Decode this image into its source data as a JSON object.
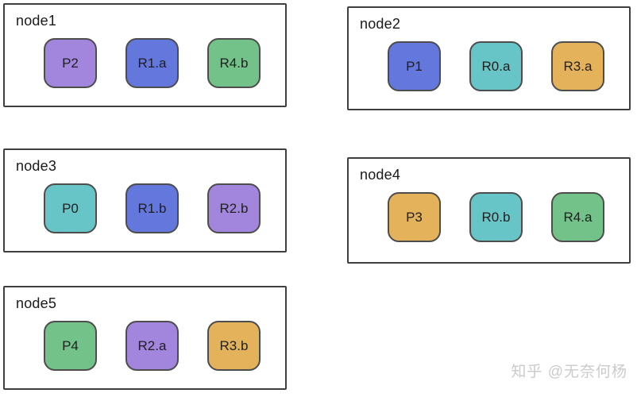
{
  "palette": {
    "purple": "#a285dc",
    "blue": "#6377dc",
    "green": "#72c289",
    "teal": "#68c5c7",
    "orange": "#e5b25c",
    "square_border": "#4d4d4d",
    "node_border": "#3f3f3f",
    "watermark_color": "#cbcbcb"
  },
  "nodes": [
    {
      "title": "node1",
      "items": [
        {
          "label": "P2",
          "color": "purple"
        },
        {
          "label": "R1.a",
          "color": "blue"
        },
        {
          "label": "R4.b",
          "color": "green"
        }
      ]
    },
    {
      "title": "node2",
      "items": [
        {
          "label": "P1",
          "color": "blue"
        },
        {
          "label": "R0.a",
          "color": "teal"
        },
        {
          "label": "R3.a",
          "color": "orange"
        }
      ]
    },
    {
      "title": "node3",
      "items": [
        {
          "label": "P0",
          "color": "teal"
        },
        {
          "label": "R1.b",
          "color": "blue"
        },
        {
          "label": "R2.b",
          "color": "purple"
        }
      ]
    },
    {
      "title": "node4",
      "items": [
        {
          "label": "P3",
          "color": "orange"
        },
        {
          "label": "R0.b",
          "color": "teal"
        },
        {
          "label": "R4.a",
          "color": "green"
        }
      ]
    },
    {
      "title": "node5",
      "items": [
        {
          "label": "P4",
          "color": "green"
        },
        {
          "label": "R2.a",
          "color": "purple"
        },
        {
          "label": "R3.b",
          "color": "orange"
        }
      ]
    }
  ],
  "watermark": {
    "text": "知乎 @无奈何杨"
  }
}
